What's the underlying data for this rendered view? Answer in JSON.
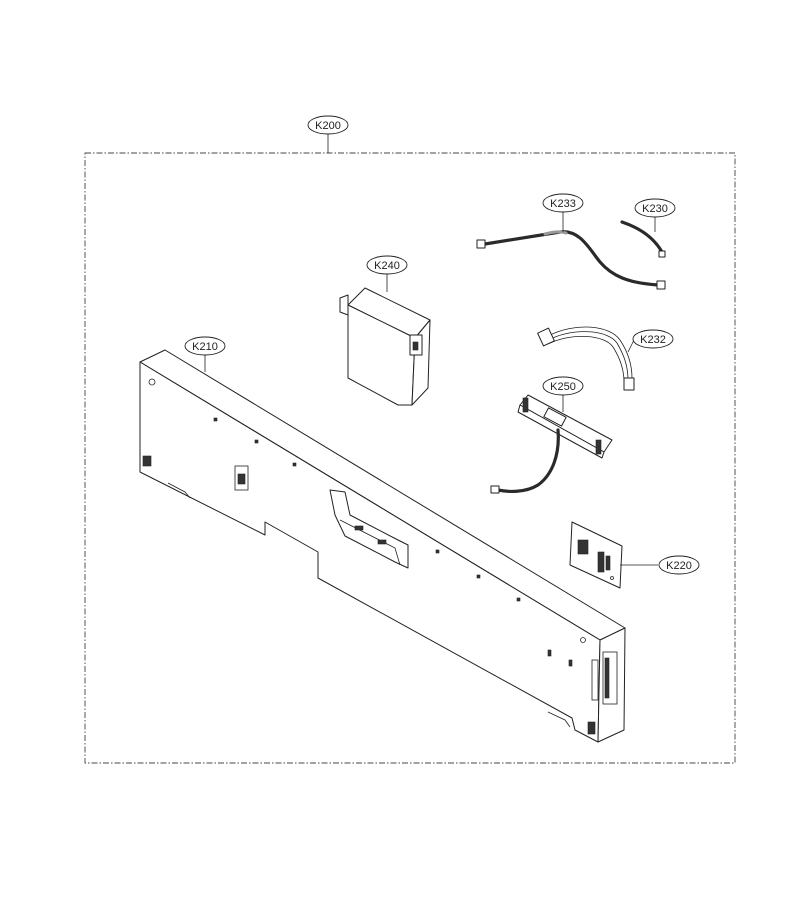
{
  "assembly": {
    "label": "K200",
    "boundary_style": "dash-dot"
  },
  "parts": [
    {
      "id": "k210",
      "label": "K210",
      "kind": "control-panel-frame"
    },
    {
      "id": "k220",
      "label": "K220",
      "kind": "pcb-board"
    },
    {
      "id": "k230",
      "label": "K230",
      "kind": "wire-harness"
    },
    {
      "id": "k232",
      "label": "K232",
      "kind": "wire-harness"
    },
    {
      "id": "k233",
      "label": "K233",
      "kind": "wire-harness"
    },
    {
      "id": "k240",
      "label": "K240",
      "kind": "control-module"
    },
    {
      "id": "k250",
      "label": "K250",
      "kind": "switch-assembly"
    }
  ],
  "colors": {
    "line": "#222222",
    "background": "#ffffff",
    "wire": "#2a2a2a",
    "wire_highlight": "#9a9a9a"
  }
}
